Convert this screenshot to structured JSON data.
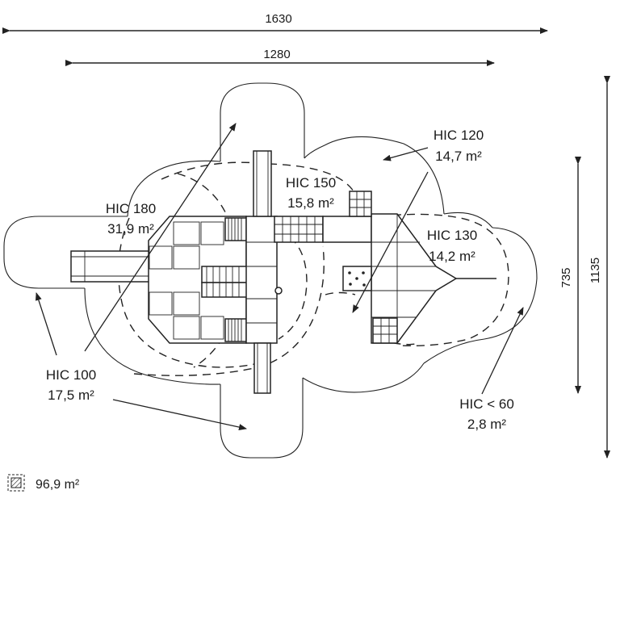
{
  "dimensions": {
    "overall_width": "1630",
    "inner_width": "1280",
    "overall_depth": "1135",
    "inner_depth": "735"
  },
  "zones": [
    {
      "id": "hic180",
      "label": "HIC 180",
      "area": "31,9 m²"
    },
    {
      "id": "hic150",
      "label": "HIC 150",
      "area": "15,8 m²"
    },
    {
      "id": "hic120",
      "label": "HIC 120",
      "area": "14,7 m²"
    },
    {
      "id": "hic130",
      "label": "HIC 130",
      "area": "14,2 m²"
    },
    {
      "id": "hic100",
      "label": "HIC 100",
      "area": "17,5 m²"
    },
    {
      "id": "hic60",
      "label": "HIC < 60",
      "area": "2,8 m²"
    }
  ],
  "legend": {
    "icon": "hatched-square-icon",
    "total_area": "96,9 m²"
  },
  "colors": {
    "ink": "#222222",
    "background": "#ffffff"
  }
}
